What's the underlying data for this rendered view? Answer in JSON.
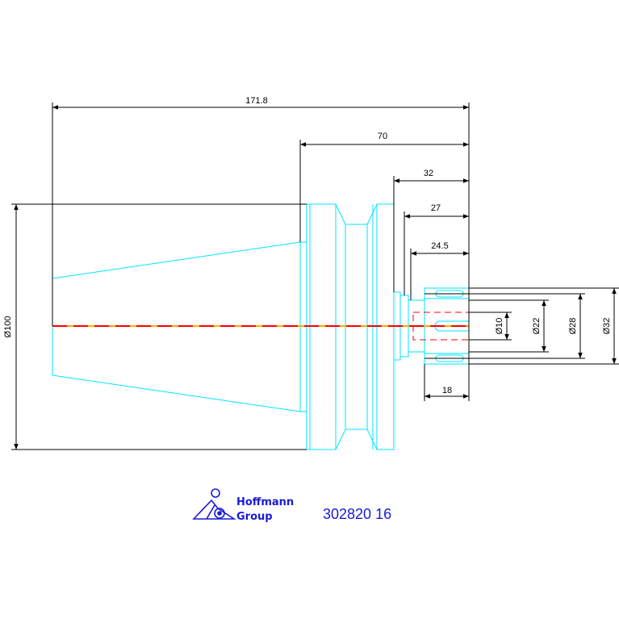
{
  "dimensions": {
    "overall_length": "171.8",
    "length_70": "70",
    "length_32": "32",
    "length_27": "27",
    "length_24_5": "24.5",
    "length_18": "18",
    "dia_100": "Ø100",
    "dia_10": "Ø10",
    "dia_22": "Ø22",
    "dia_28": "Ø28",
    "dia_32": "Ø32"
  },
  "footer": {
    "logo_line1": "Hoffmann",
    "logo_line2": "Group",
    "part_number": "302820 16"
  },
  "colors": {
    "outline": "#00e5ff",
    "dimension": "#000000",
    "centerline_dash": "#ff0000",
    "centerline": "#ffb000",
    "brand": "#1a1ad6"
  }
}
